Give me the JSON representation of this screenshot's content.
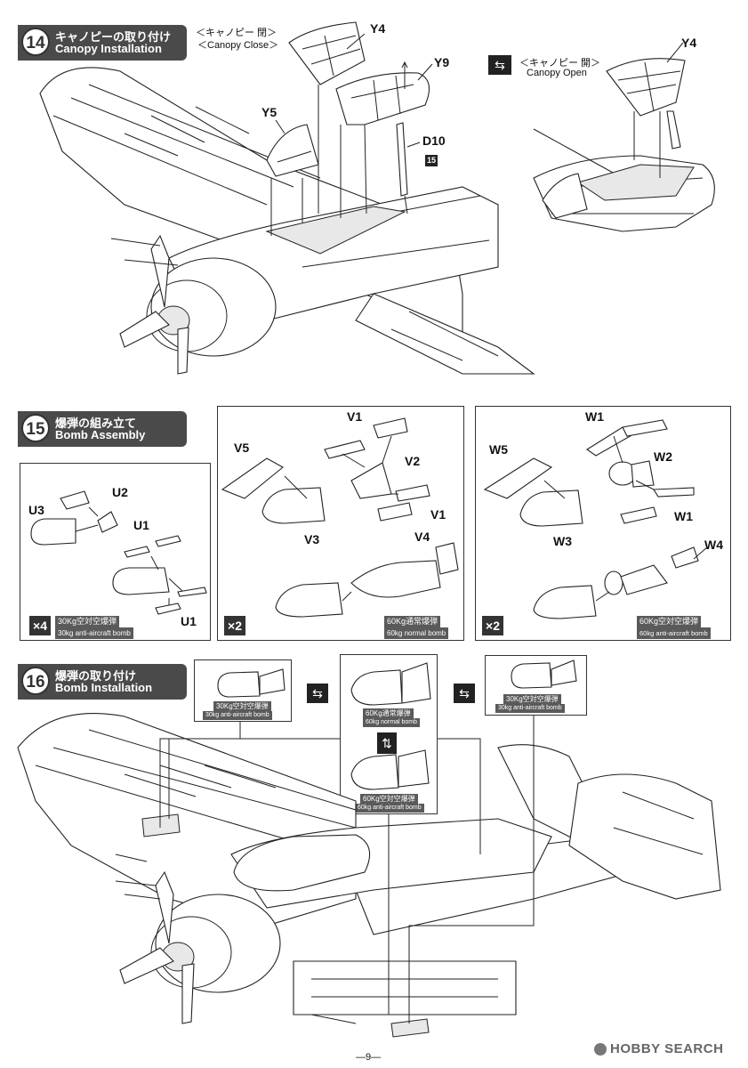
{
  "step14": {
    "number": "14",
    "title_jp": "キャノピーの取り付け",
    "title_en": "Canopy Installation",
    "close_jp": "＜キャノピー 閉＞",
    "close_en": "＜Canopy Close＞",
    "open_jp": "＜キャノピー 開＞",
    "open_en": "Canopy Open",
    "parts": [
      "Y4",
      "Y9",
      "Y5",
      "D10",
      "Y4"
    ],
    "ref_badge": "15"
  },
  "step15": {
    "number": "15",
    "title_jp": "爆弾の組み立て",
    "title_en": "Bomb Assembly",
    "panel1": {
      "parts": [
        "U2",
        "U3",
        "U1",
        "U1"
      ],
      "multiplier": "×4",
      "caption_jp": "30Kg空対空爆弾",
      "caption_en": "30kg anti-aircraft bomb"
    },
    "panel2": {
      "parts": [
        "V1",
        "V5",
        "V2",
        "V3",
        "V1",
        "V4"
      ],
      "multiplier": "×2",
      "caption_jp": "60Kg通常爆弾",
      "caption_en": "60kg normal bomb"
    },
    "panel3": {
      "parts": [
        "W1",
        "W5",
        "W2",
        "W3",
        "W1",
        "W4"
      ],
      "multiplier": "×2",
      "caption_jp": "60Kg空対空爆弾",
      "caption_en": "60kg anti-aircraft bomb"
    }
  },
  "step16": {
    "number": "16",
    "title_jp": "爆弾の取り付け",
    "title_en": "Bomb Installation",
    "left_caption_jp": "30Kg空対空爆弾",
    "left_caption_en": "30kg anti-aircraft bomb",
    "center_caption1_jp": "60Kg通常爆弾",
    "center_caption1_en": "60kg normal bomb",
    "center_caption2_jp": "60Kg空対空爆弾",
    "center_caption2_en": "60kg anti-aircraft bomb",
    "right_caption_jp": "30Kg空対空爆弾",
    "right_caption_en": "30kg anti-aircraft bomb"
  },
  "footer": {
    "page": "—9—",
    "watermark": "HOBBY SEARCH"
  }
}
